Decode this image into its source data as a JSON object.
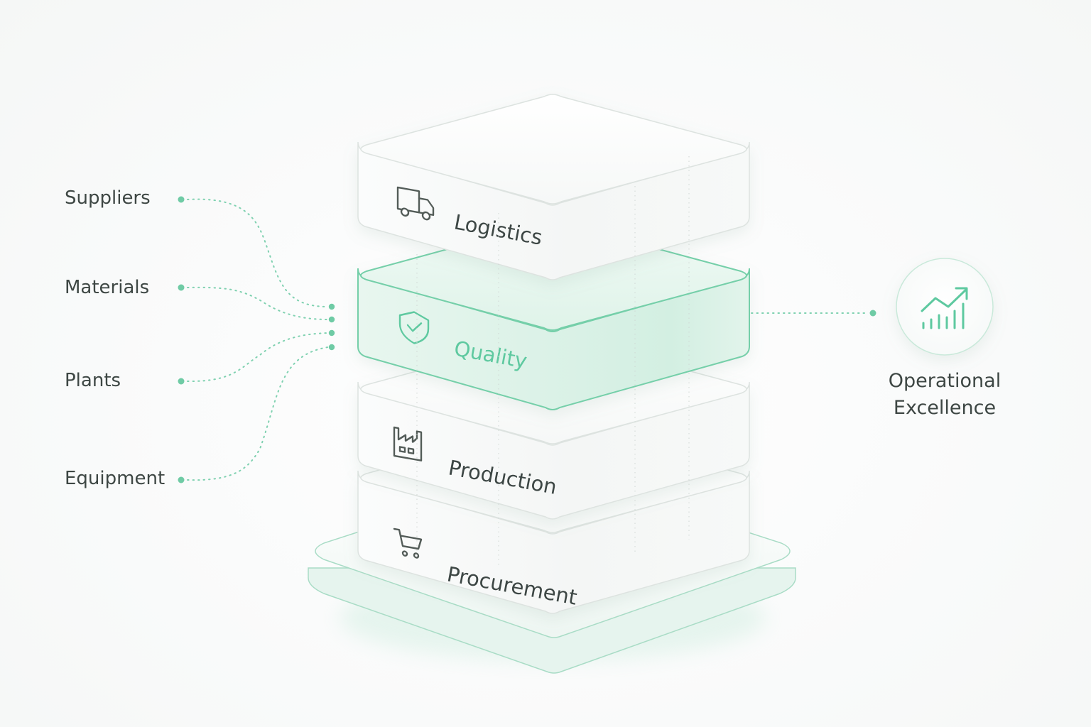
{
  "inputs": [
    "Suppliers",
    "Materials",
    "Plants",
    "Equipment"
  ],
  "layers": [
    {
      "label": "Logistics",
      "icon": "truck-icon",
      "highlighted": false
    },
    {
      "label": "Quality",
      "icon": "shield-check-icon",
      "highlighted": true
    },
    {
      "label": "Production",
      "icon": "factory-icon",
      "highlighted": false
    },
    {
      "label": "Procurement",
      "icon": "shopping-cart-icon",
      "highlighted": false
    }
  ],
  "output": {
    "line1": "Operational",
    "line2": "Excellence",
    "icon": "growth-chart-icon"
  },
  "colors": {
    "accent": "#5ec9a0",
    "accent_light": "#dff4ea",
    "text": "#3e4744",
    "icon": "#535b58"
  }
}
